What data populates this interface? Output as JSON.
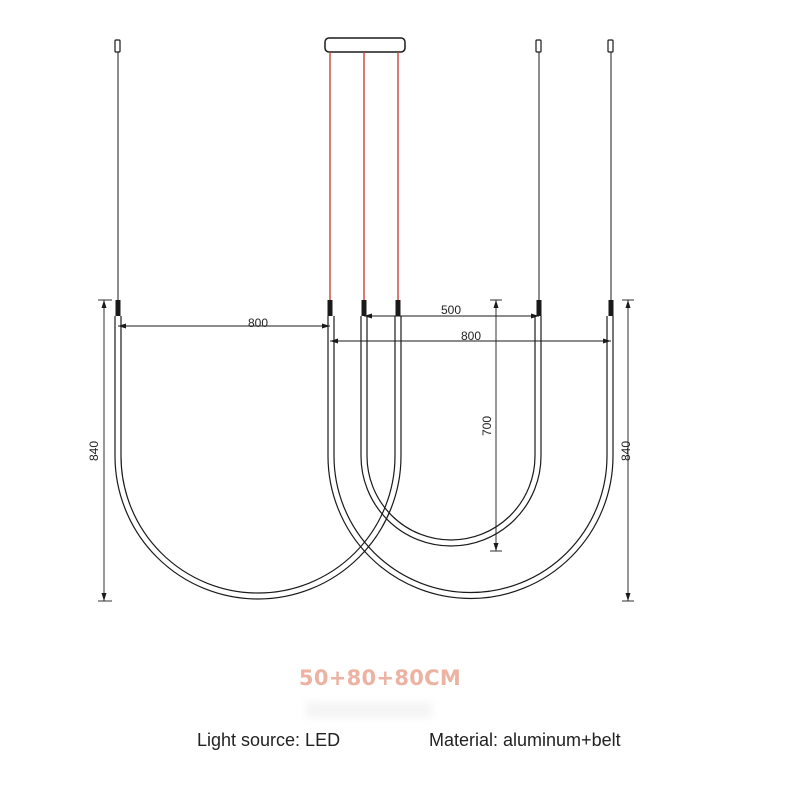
{
  "colors": {
    "line": "#1a1a1a",
    "cord_red": "#c9423a",
    "size_title": "#ecb2a2",
    "text": "#222222"
  },
  "dimensions": {
    "width_left": "800",
    "width_small": "500",
    "width_right": "800",
    "height_left": "840",
    "height_small": "700",
    "height_right": "840"
  },
  "size_title": "50+80+80CM",
  "specs": {
    "light_source": "Light source: LED",
    "material": "Material: aluminum+belt"
  }
}
